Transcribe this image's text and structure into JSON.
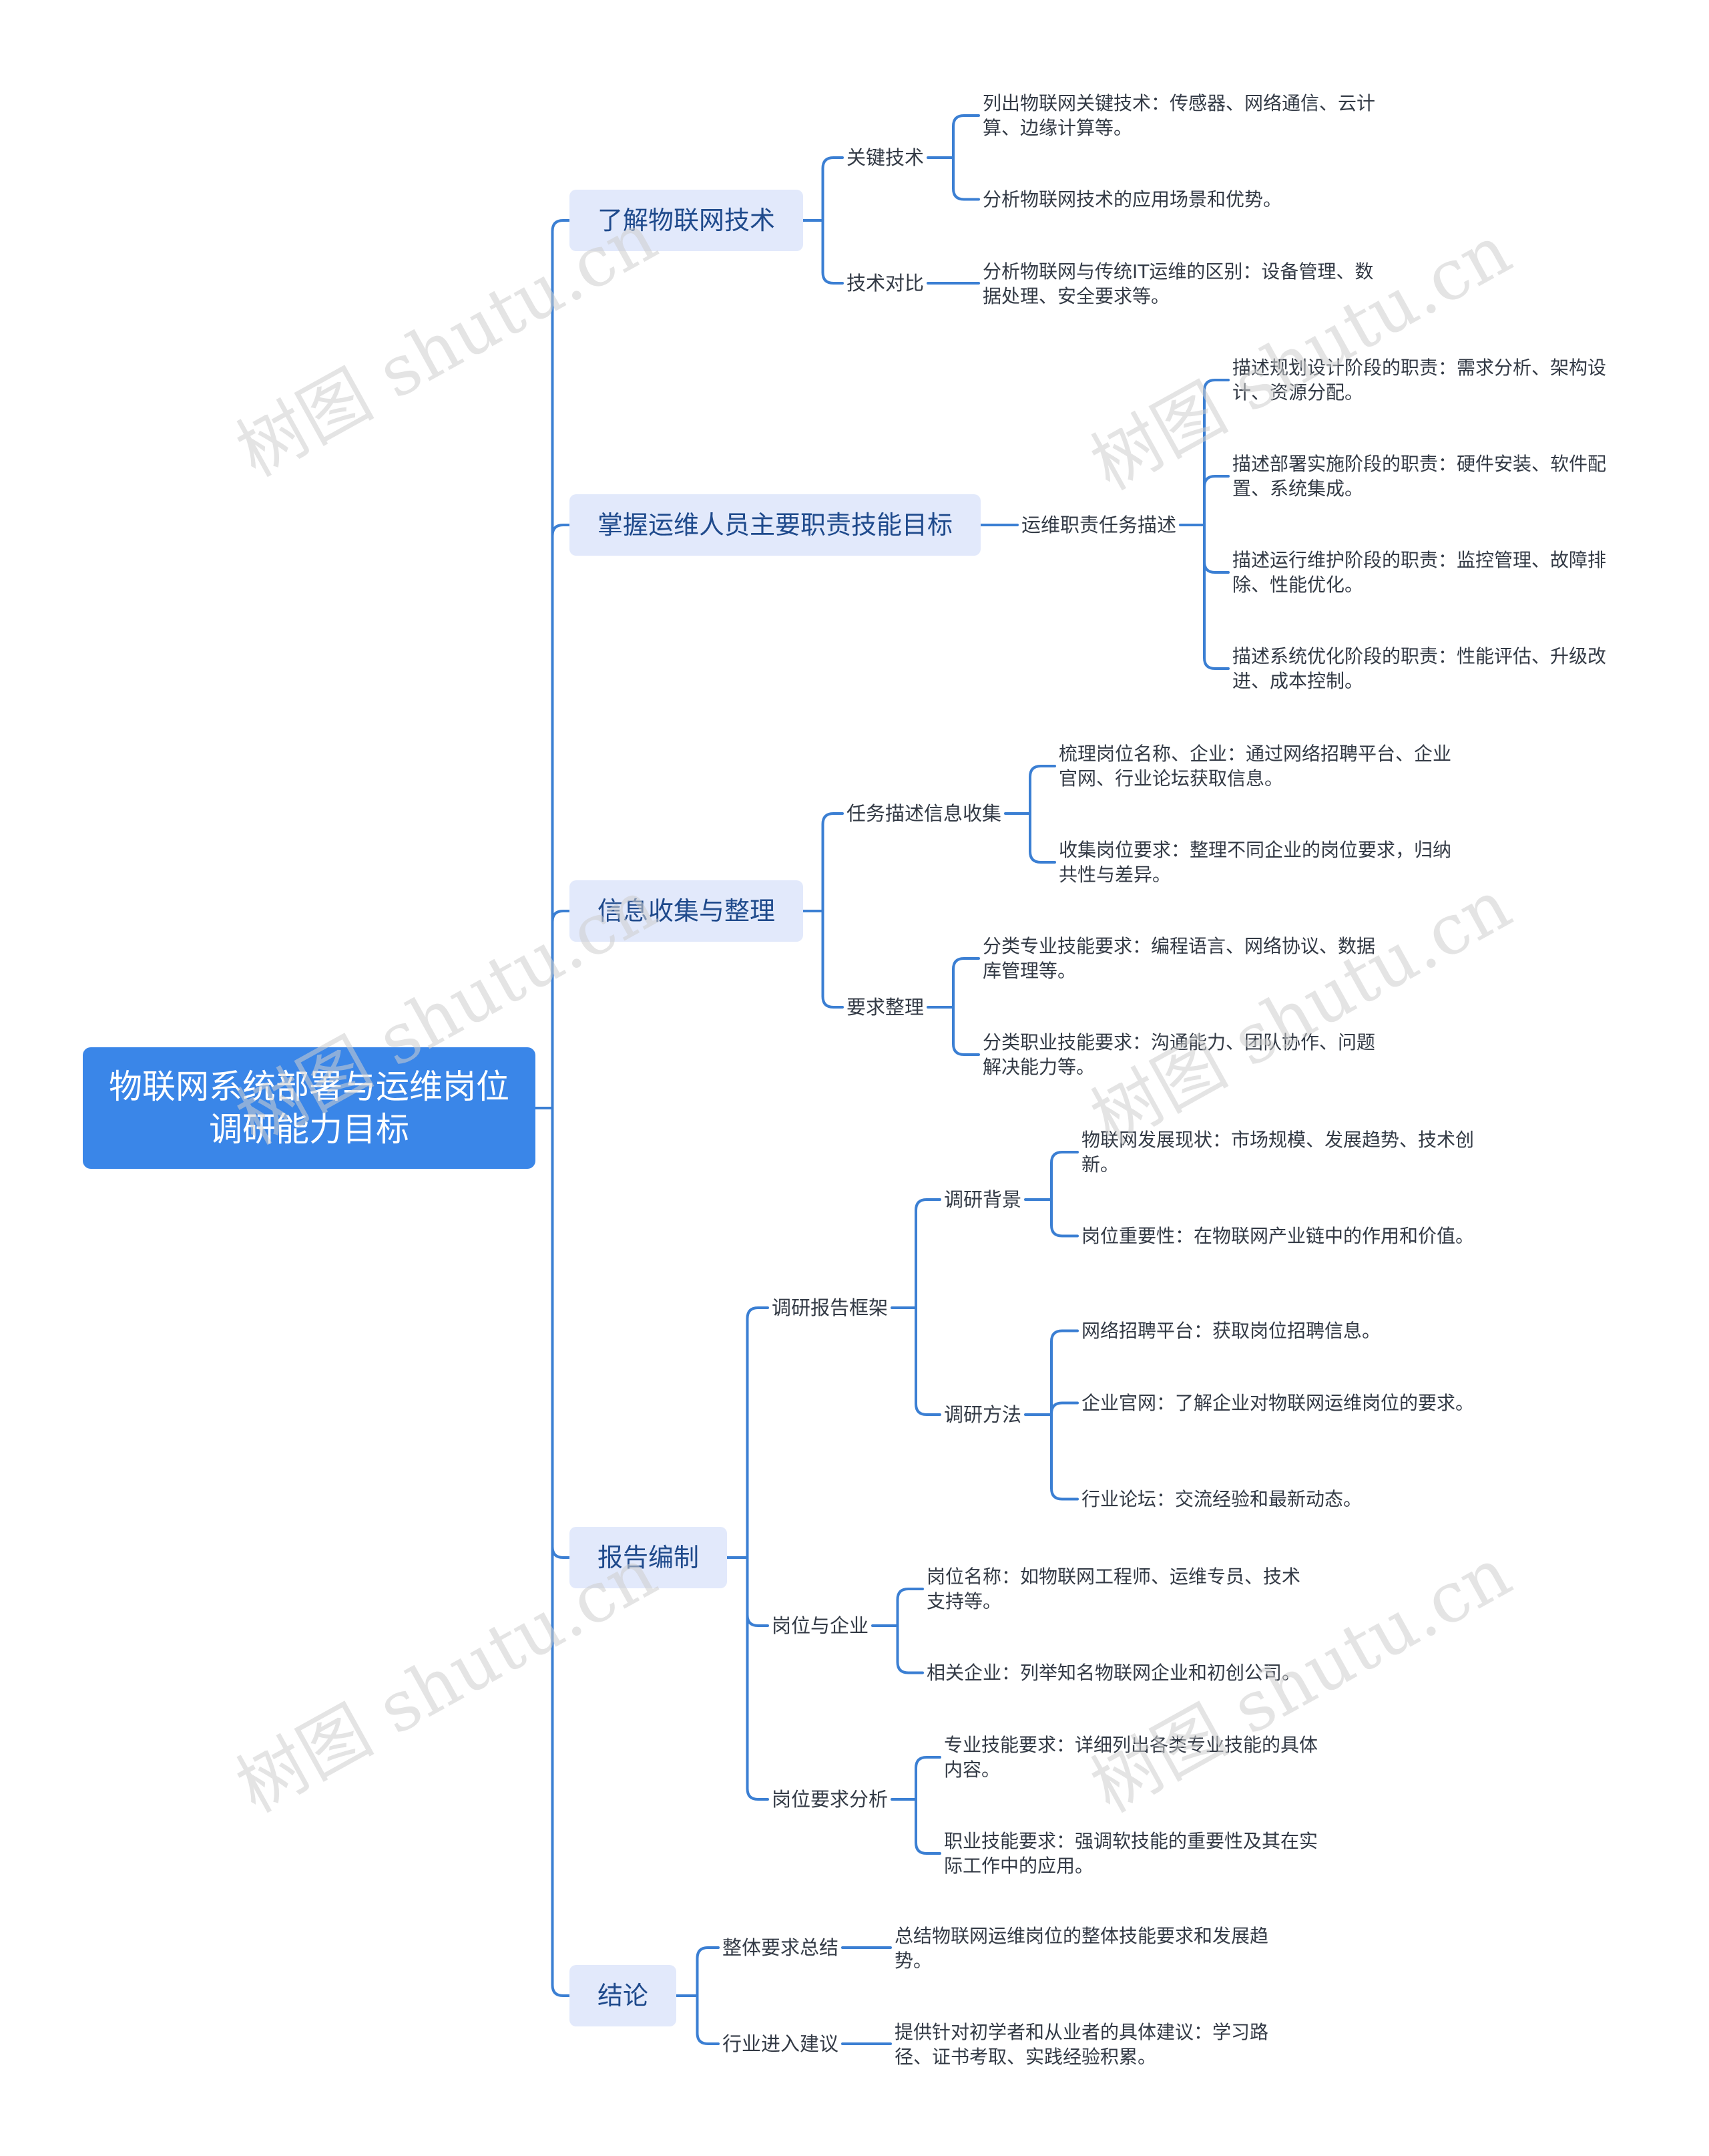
{
  "watermark": "树图 shutu.cn",
  "colors": {
    "accent": "#3a86e8",
    "line": "#3b7fd3",
    "branch_bg": "#e2e9fb",
    "branch_text": "#1f4a8c"
  },
  "mindmap": {
    "root": "物联网系统部署与运维岗位调研能力目标",
    "branches": [
      {
        "label": "了解物联网技术",
        "children": [
          {
            "label": "关键技术",
            "children": [
              {
                "label": "列出物联网关键技术：传感器、网络通信、云计算、边缘计算等。"
              },
              {
                "label": "分析物联网技术的应用场景和优势。"
              }
            ]
          },
          {
            "label": "技术对比",
            "children": [
              {
                "label": "分析物联网与传统IT运维的区别：设备管理、数据处理、安全要求等。"
              }
            ]
          }
        ]
      },
      {
        "label": "掌握运维人员主要职责技能目标",
        "children": [
          {
            "label": "运维职责任务描述",
            "children": [
              {
                "label": "描述规划设计阶段的职责：需求分析、架构设计、资源分配。"
              },
              {
                "label": "描述部署实施阶段的职责：硬件安装、软件配置、系统集成。"
              },
              {
                "label": "描述运行维护阶段的职责：监控管理、故障排除、性能优化。"
              },
              {
                "label": "描述系统优化阶段的职责：性能评估、升级改进、成本控制。"
              }
            ]
          }
        ]
      },
      {
        "label": "信息收集与整理",
        "children": [
          {
            "label": "任务描述信息收集",
            "children": [
              {
                "label": "梳理岗位名称、企业：通过网络招聘平台、企业官网、行业论坛获取信息。"
              },
              {
                "label": "收集岗位要求：整理不同企业的岗位要求，归纳共性与差异。"
              }
            ]
          },
          {
            "label": "要求整理",
            "children": [
              {
                "label": "分类专业技能要求：编程语言、网络协议、数据库管理等。"
              },
              {
                "label": "分类职业技能要求：沟通能力、团队协作、问题解决能力等。"
              }
            ]
          }
        ]
      },
      {
        "label": "报告编制",
        "children": [
          {
            "label": "调研报告框架",
            "children": [
              {
                "label": "调研背景",
                "children": [
                  {
                    "label": "物联网发展现状：市场规模、发展趋势、技术创新。"
                  },
                  {
                    "label": "岗位重要性：在物联网产业链中的作用和价值。"
                  }
                ]
              },
              {
                "label": "调研方法",
                "children": [
                  {
                    "label": "网络招聘平台：获取岗位招聘信息。"
                  },
                  {
                    "label": "企业官网：了解企业对物联网运维岗位的要求。"
                  },
                  {
                    "label": "行业论坛：交流经验和最新动态。"
                  }
                ]
              }
            ]
          },
          {
            "label": "岗位与企业",
            "children": [
              {
                "label": "岗位名称：如物联网工程师、运维专员、技术支持等。"
              },
              {
                "label": "相关企业：列举知名物联网企业和初创公司。"
              }
            ]
          },
          {
            "label": "岗位要求分析",
            "children": [
              {
                "label": "专业技能要求：详细列出各类专业技能的具体内容。"
              },
              {
                "label": "职业技能要求：强调软技能的重要性及其在实际工作中的应用。"
              }
            ]
          }
        ]
      },
      {
        "label": "结论",
        "children": [
          {
            "label": "整体要求总结",
            "children": [
              {
                "label": "总结物联网运维岗位的整体技能要求和发展趋势。"
              }
            ]
          },
          {
            "label": "行业进入建议",
            "children": [
              {
                "label": "提供针对初学者和从业者的具体建议：学习路径、证书考取、实践经验积累。"
              }
            ]
          }
        ]
      }
    ]
  }
}
